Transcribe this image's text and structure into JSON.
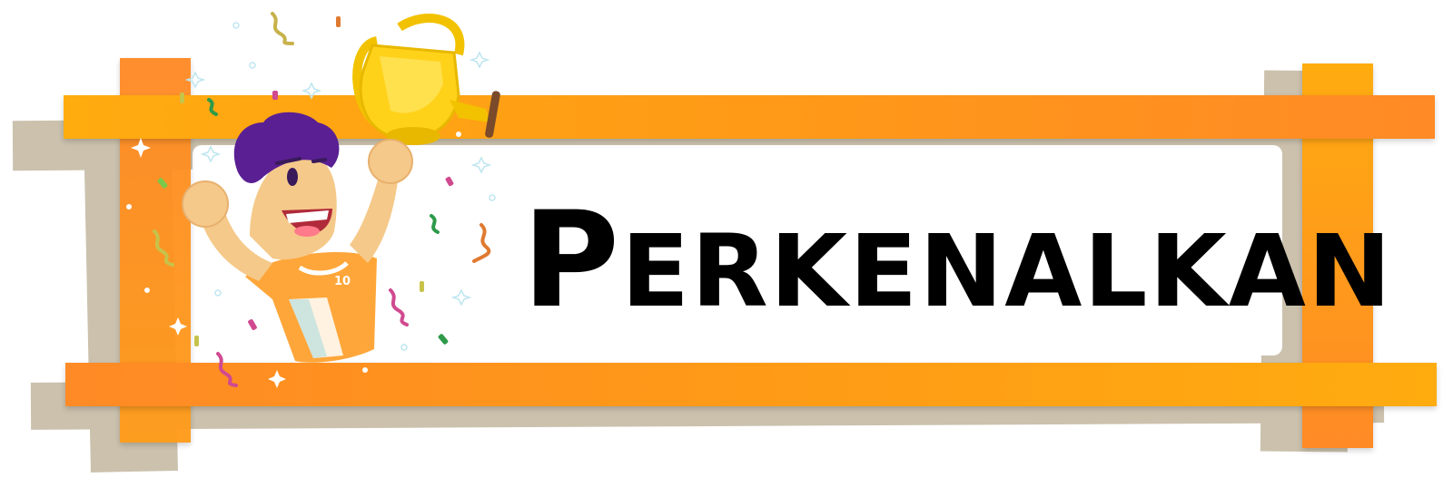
{
  "banner": {
    "title_initial": "P",
    "title_rest": "ERKENALKAN",
    "jersey_number": "10"
  },
  "colors": {
    "frame_orange_light": "#ffac0f",
    "frame_orange_dark": "#ff8a26",
    "frame_shadow": "#cbc1ad",
    "trophy_gold": "#ffd21a",
    "hair_purple": "#5a1f93",
    "shirt_orange": "#ffa63a"
  },
  "icons": [
    "trophy-icon",
    "confetti-icon",
    "sparkle-icon",
    "cheering-boy-icon"
  ]
}
